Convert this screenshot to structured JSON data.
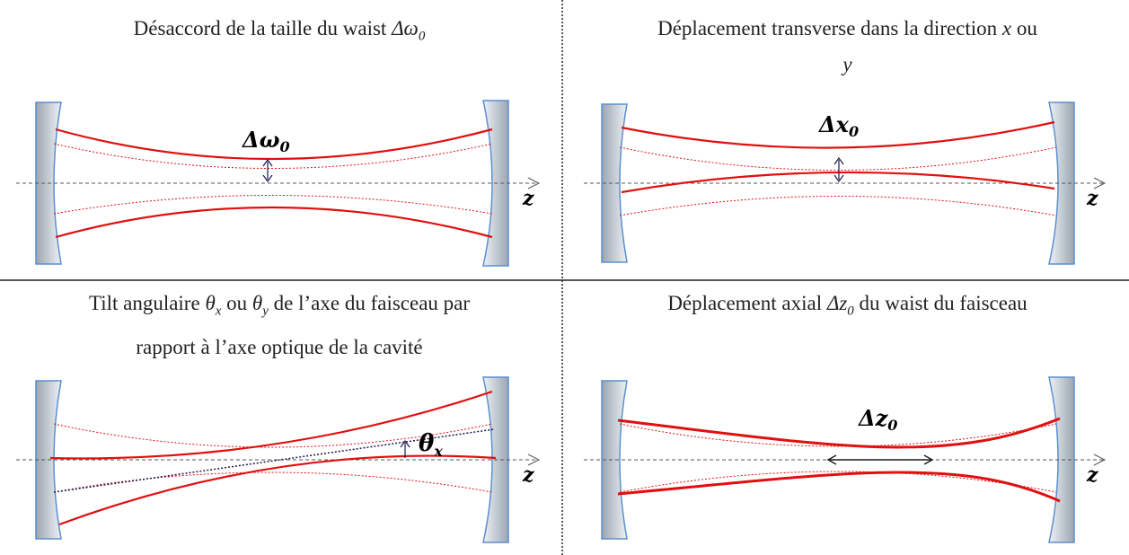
{
  "panels": [
    {
      "id": "top-left",
      "caption": {
        "text": "Désaccord de la taille du waist ",
        "symbol": "Δω",
        "sub": "0",
        "tail": ""
      },
      "annotation": {
        "main": "Δω",
        "sub": "0"
      },
      "axis_label": "z"
    },
    {
      "id": "top-right",
      "caption_line1": {
        "text": "Déplacement transverse dans la direction ",
        "symbol": "x",
        "tail": " ou"
      },
      "caption_line2": {
        "symbol": "y"
      },
      "annotation": {
        "main": "Δx",
        "sub": "0"
      },
      "axis_label": "z"
    },
    {
      "id": "bottom-left",
      "caption_line1": {
        "text": "Tilt angulaire ",
        "sym1": "θ",
        "sub1": "x",
        "mid": " ou ",
        "sym2": "θ",
        "sub2": "y",
        "tail": " de l’axe du faisceau par"
      },
      "caption_line2": {
        "text": "rapport à l’axe optique de la cavité"
      },
      "annotation": {
        "main": "θ",
        "sub": "x"
      },
      "axis_label": "z"
    },
    {
      "id": "bottom-right",
      "caption": {
        "text": "Déplacement axial ",
        "symbol": "Δz",
        "sub": "0",
        "tail": " du waist du faisceau"
      },
      "annotation": {
        "main": "Δz",
        "sub": "0"
      },
      "axis_label": "z"
    }
  ],
  "colors": {
    "beam": "#e01010",
    "axis": "#555555",
    "mirror_edge": "#5b8fd0",
    "mirror_fill": "#b8c2cc",
    "tilt_axis": "#1a1a4e",
    "arrow": "#1a1a4e"
  }
}
